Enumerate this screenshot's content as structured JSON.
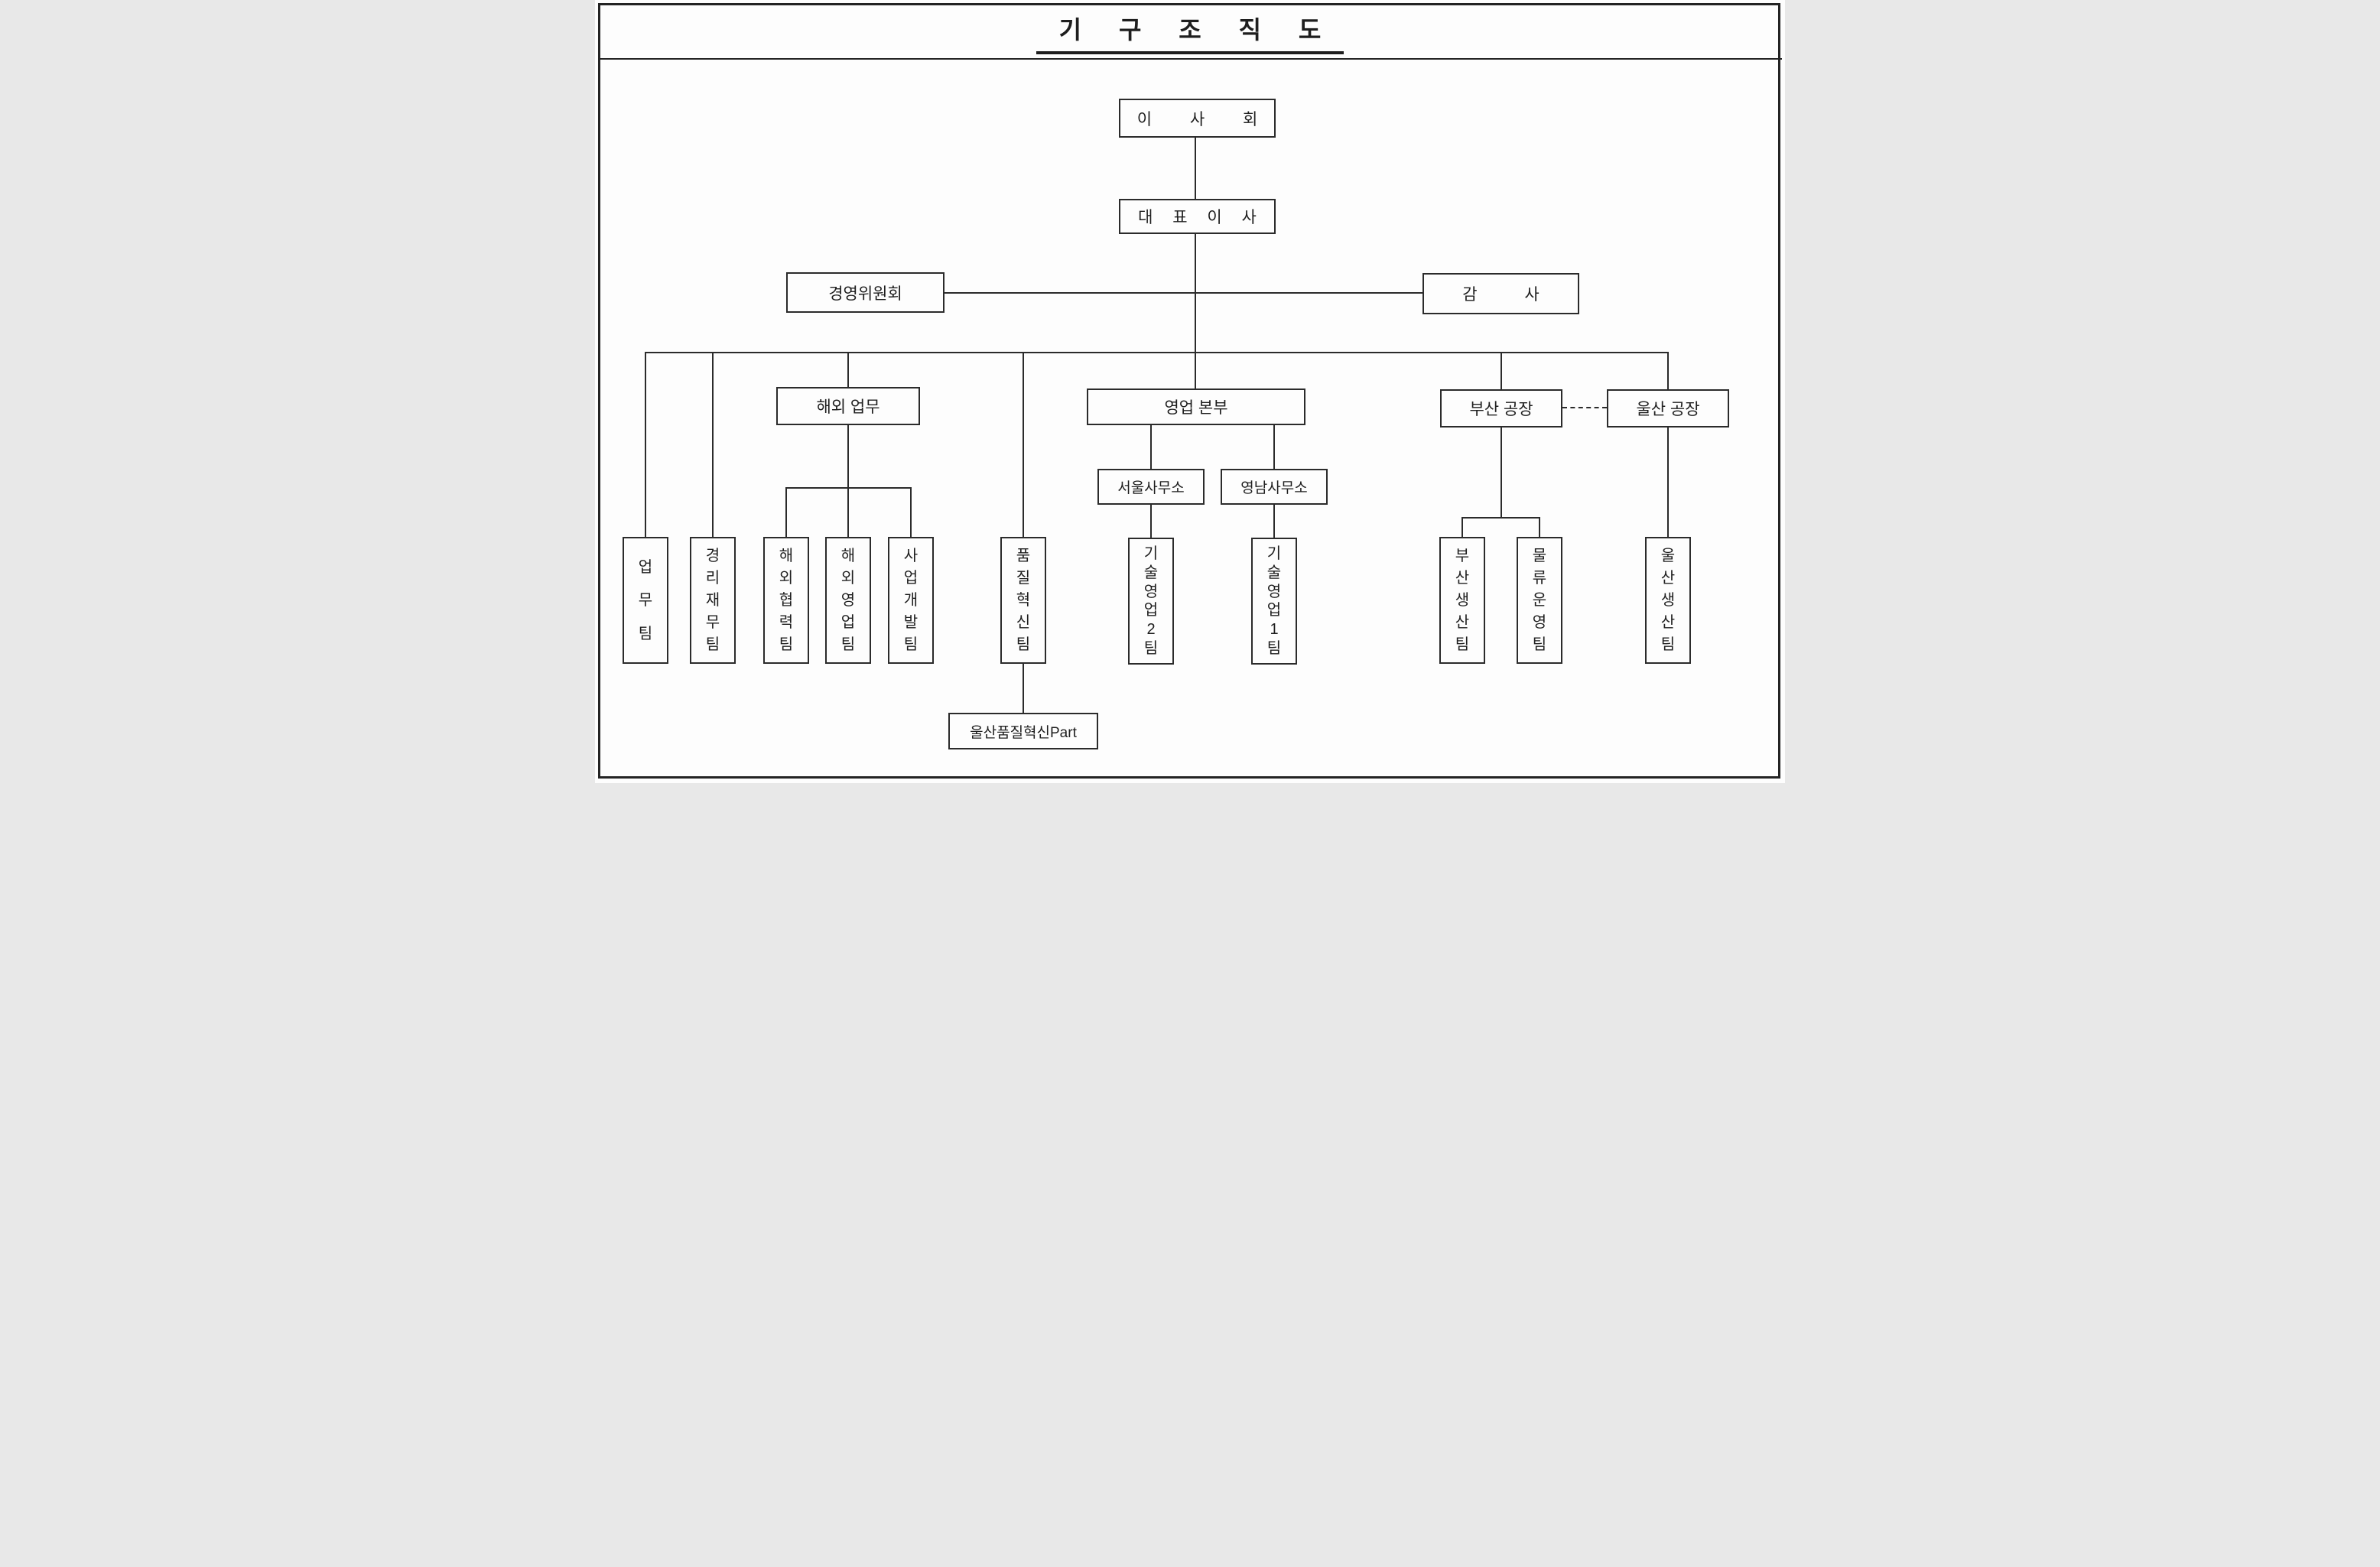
{
  "title": "기 구 조 직 도",
  "colors": {
    "line": "#2b2b2b",
    "background": "#fdfdfd",
    "text": "#1e1e1e"
  },
  "nodes": {
    "board": {
      "label": "이 사 회"
    },
    "ceo": {
      "label": "대 표 이 사"
    },
    "management_committee": {
      "label": "경영위원회"
    },
    "auditor": {
      "label": "감 사"
    },
    "overseas_affairs": {
      "label": "해외 업무"
    },
    "sales_headquarters": {
      "label": "영업 본부"
    },
    "busan_plant": {
      "label": "부산 공장"
    },
    "ulsan_plant": {
      "label": "울산 공장"
    },
    "seoul_office": {
      "label": "서울사무소"
    },
    "yeongnam_office": {
      "label": "영남사무소"
    },
    "ulsan_quality_part": {
      "label": "울산품질혁신Part"
    }
  },
  "teams": [
    {
      "name": "업무팀",
      "chars": [
        "업",
        "무",
        "팀"
      ]
    },
    {
      "name": "경리재무팀",
      "chars": [
        "경",
        "리",
        "재",
        "무",
        "팀"
      ]
    },
    {
      "name": "해외협력팀",
      "chars": [
        "해",
        "외",
        "협",
        "력",
        "팀"
      ]
    },
    {
      "name": "해외영업팀",
      "chars": [
        "해",
        "외",
        "영",
        "업",
        "팀"
      ]
    },
    {
      "name": "사업개발팀",
      "chars": [
        "사",
        "업",
        "개",
        "발",
        "팀"
      ]
    },
    {
      "name": "품질혁신팀",
      "chars": [
        "품",
        "질",
        "혁",
        "신",
        "팀"
      ]
    },
    {
      "name": "기술영업2팀",
      "chars": [
        "기",
        "술",
        "영",
        "업",
        "2",
        "팀"
      ]
    },
    {
      "name": "기술영업1팀",
      "chars": [
        "기",
        "술",
        "영",
        "업",
        "1",
        "팀"
      ]
    },
    {
      "name": "부산생산팀",
      "chars": [
        "부",
        "산",
        "생",
        "산",
        "팀"
      ]
    },
    {
      "name": "물류운영팀",
      "chars": [
        "물",
        "류",
        "운",
        "영",
        "팀"
      ]
    },
    {
      "name": "울산생산팀",
      "chars": [
        "울",
        "산",
        "생",
        "산",
        "팀"
      ]
    }
  ]
}
